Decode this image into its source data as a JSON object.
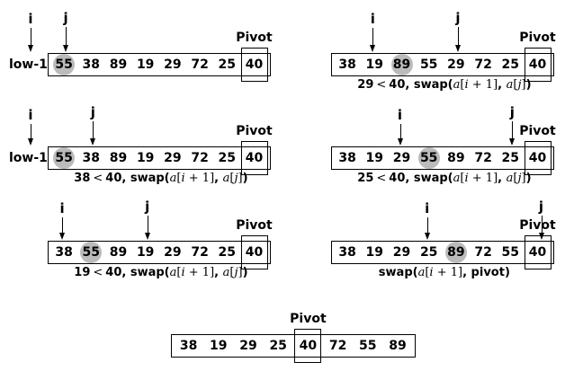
{
  "pivot_label": "Pivot",
  "low_label": "low-1",
  "i_label": "i",
  "j_label": "j",
  "steps": [
    {
      "values": [
        "55",
        "38",
        "89",
        "19",
        "29",
        "72",
        "25",
        "40"
      ],
      "highlight": 0,
      "i": -1,
      "j": 0,
      "caption": ""
    },
    {
      "values": [
        "55",
        "38",
        "89",
        "19",
        "29",
        "72",
        "25",
        "40"
      ],
      "highlight": 0,
      "i": -1,
      "j": 1,
      "caption": "38 < 40, swap(a[i+1], a[j])"
    },
    {
      "values": [
        "38",
        "55",
        "89",
        "19",
        "29",
        "72",
        "25",
        "40"
      ],
      "highlight": 1,
      "i": 0,
      "j": 3,
      "caption": "19 < 40, swap(a[i+1], a[j])"
    },
    {
      "values": [
        "38",
        "19",
        "89",
        "55",
        "29",
        "72",
        "25",
        "40"
      ],
      "highlight": 2,
      "i": 1,
      "j": 4,
      "caption": "29 < 40, swap(a[i+1], a[j])"
    },
    {
      "values": [
        "38",
        "19",
        "29",
        "55",
        "89",
        "72",
        "25",
        "40"
      ],
      "highlight": 3,
      "i": 2,
      "j": 6,
      "caption": "25 < 40, swap(a[i+1], a[j])"
    },
    {
      "values": [
        "38",
        "19",
        "29",
        "25",
        "89",
        "72",
        "55",
        "40"
      ],
      "highlight": 4,
      "i": 3,
      "j": 7,
      "caption": "swap(a[i+1], pivot)"
    },
    {
      "values": [
        "38",
        "19",
        "29",
        "25",
        "40",
        "72",
        "55",
        "89"
      ],
      "highlight": -1,
      "pivot_index": 4,
      "caption": ""
    }
  ]
}
